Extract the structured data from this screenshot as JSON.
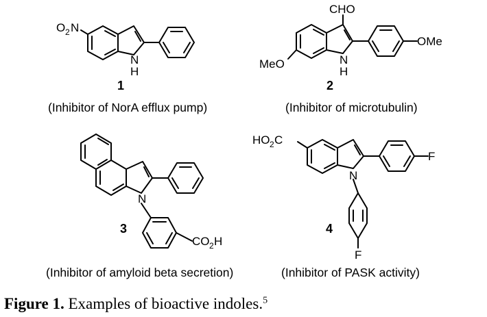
{
  "compounds": [
    {
      "number": "1",
      "description": "(Inhibitor of NorA efflux pump)",
      "labels": {
        "nitro": "O",
        "nitro_sub": "2",
        "nitro_n": "N",
        "nh_n": "N",
        "nh_h": "H"
      }
    },
    {
      "number": "2",
      "description": "(Inhibitor of microtubulin)",
      "labels": {
        "cho": "CHO",
        "meo": "MeO",
        "ome": "OMe",
        "nh_n": "N",
        "nh_h": "H"
      }
    },
    {
      "number": "3",
      "description": "(Inhibitor of amyloid beta secretion)",
      "labels": {
        "n": "N",
        "co2h_pre": "CO",
        "co2h_sub": "2",
        "co2h_post": "H"
      }
    },
    {
      "number": "4",
      "description": "(Inhibitor of PASK activity)",
      "labels": {
        "ho2c_pre": "HO",
        "ho2c_sub": "2",
        "ho2c_post": "C",
        "n": "N",
        "f1": "F",
        "f2": "F"
      }
    }
  ],
  "caption": {
    "label": "Figure 1.",
    "text": "Examples of bioactive indoles.",
    "ref": "5"
  }
}
